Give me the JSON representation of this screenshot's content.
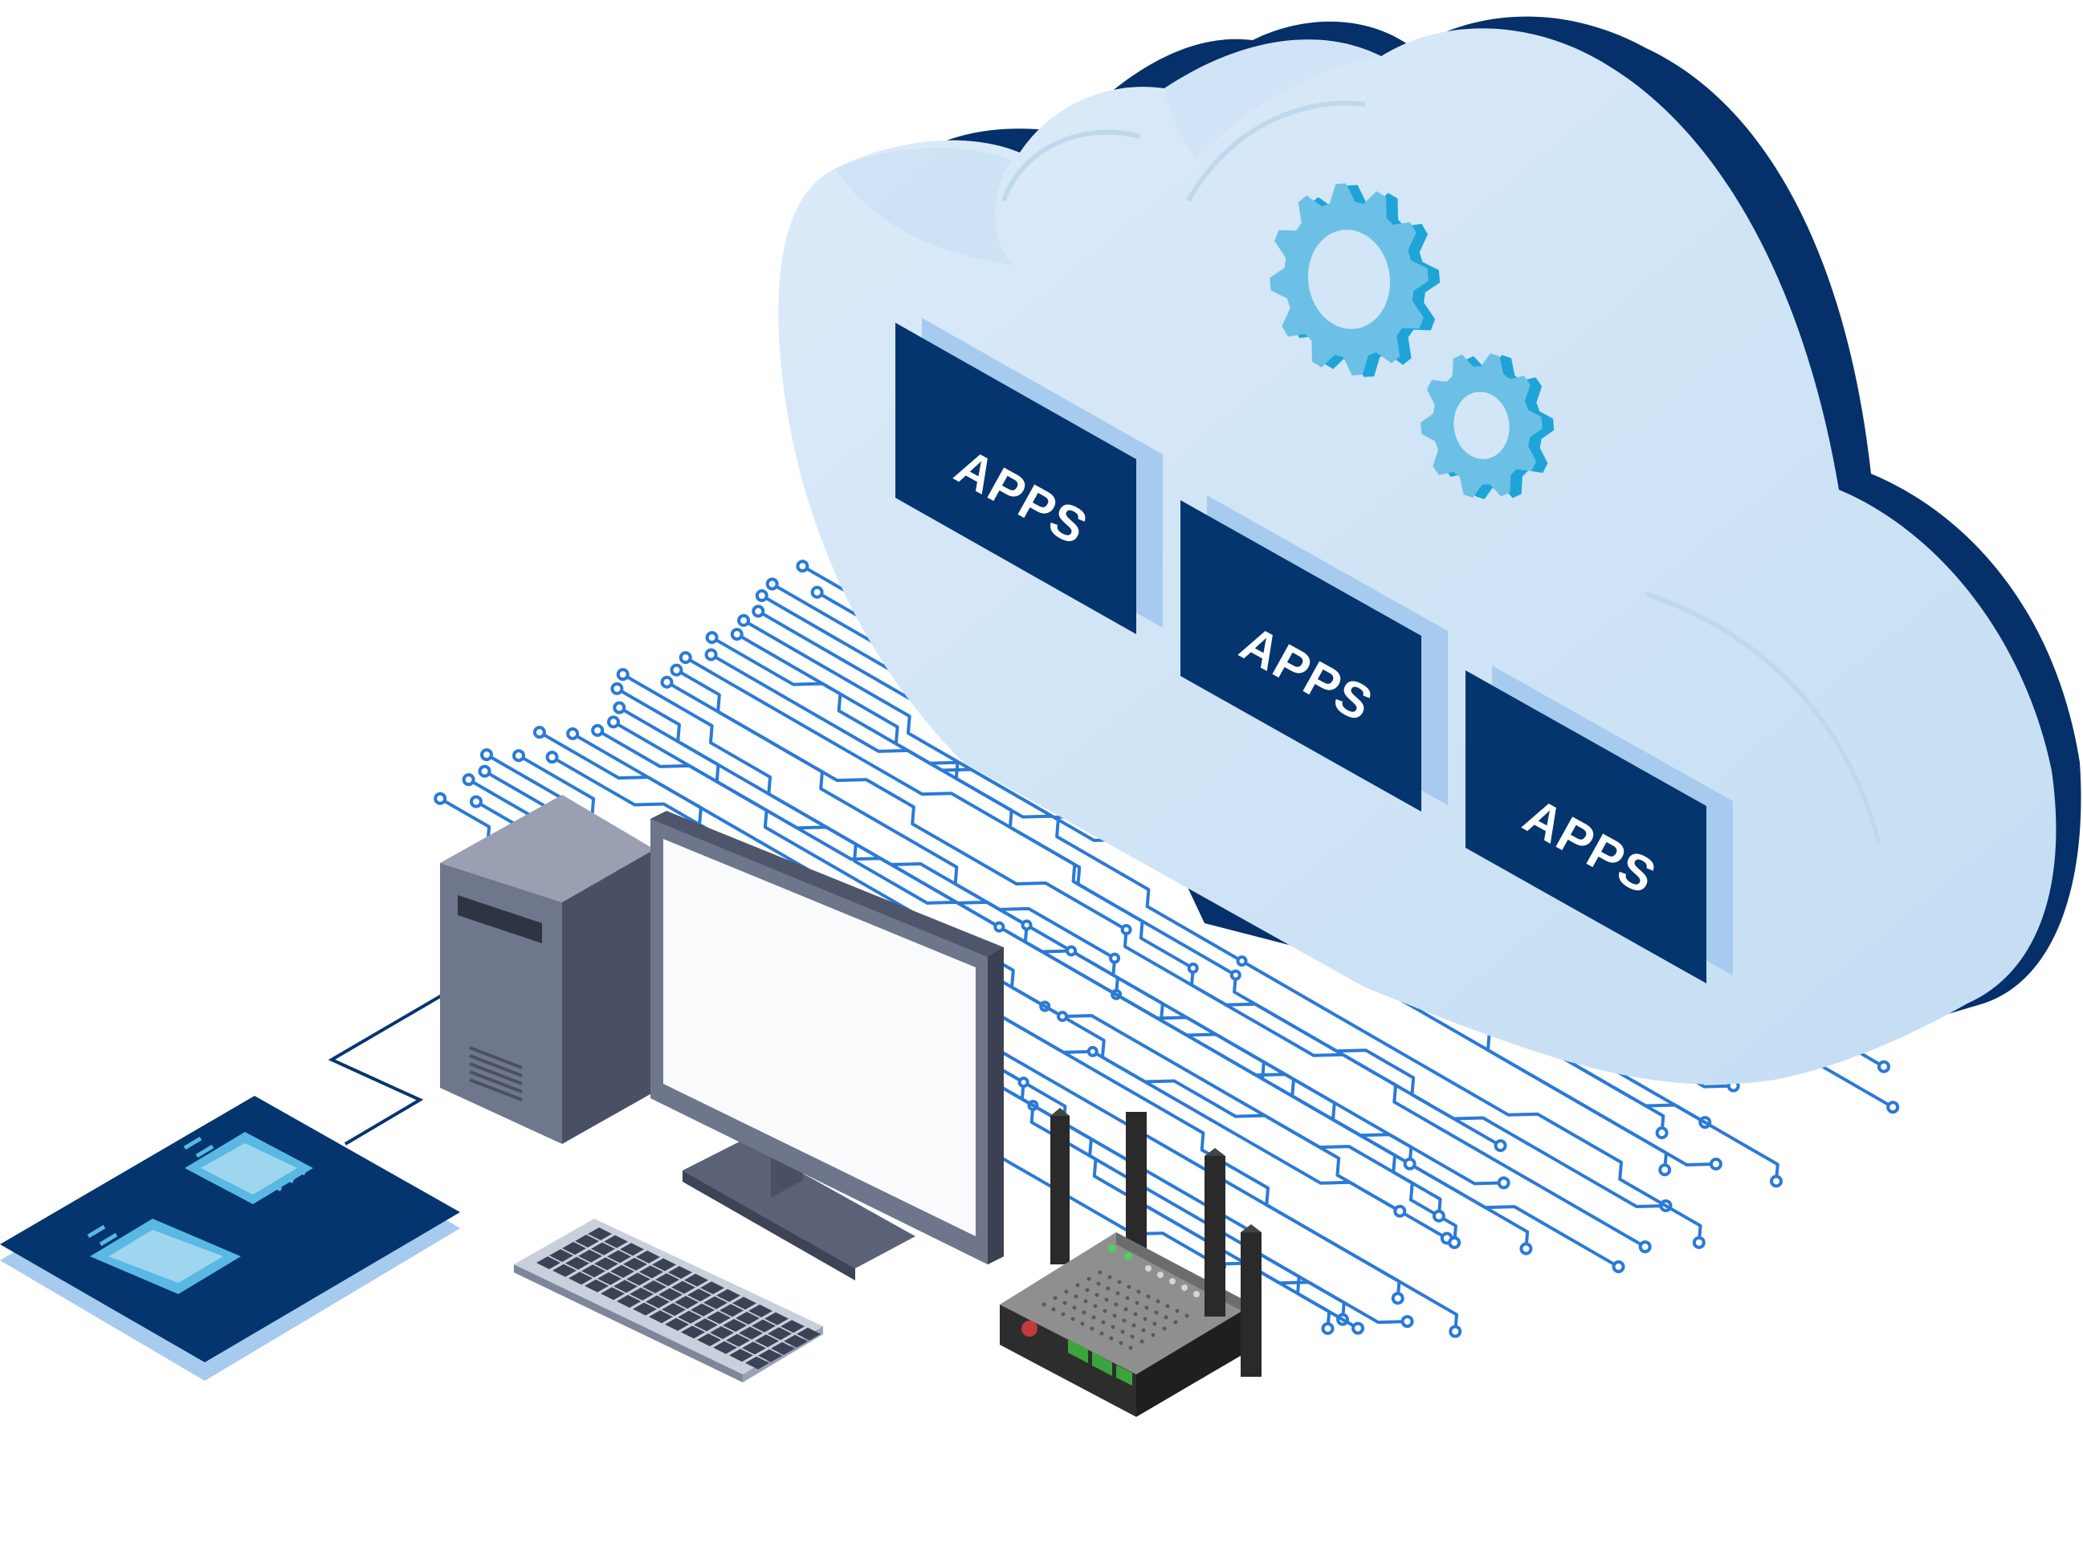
{
  "scene": {
    "app_panels": [
      {
        "label": "APPS"
      },
      {
        "label": "APPS"
      },
      {
        "label": "APPS"
      }
    ],
    "icons": [
      "cloud-icon",
      "gear-icon",
      "gear-icon",
      "tower-pc-icon",
      "monitor-icon",
      "keyboard-icon",
      "router-icon",
      "microchip-icon",
      "microchip-icon",
      "circuit-board-icon"
    ],
    "colors": {
      "navy": "#04356f",
      "cloud_light": "#d6e8f7",
      "cloud_mid": "#bcd8f1",
      "gear_blue": "#5ab8e4",
      "circuit_blue": "#2a7ad6",
      "case_grey": "#6b7388",
      "router_dark": "#2d2d2d"
    }
  }
}
